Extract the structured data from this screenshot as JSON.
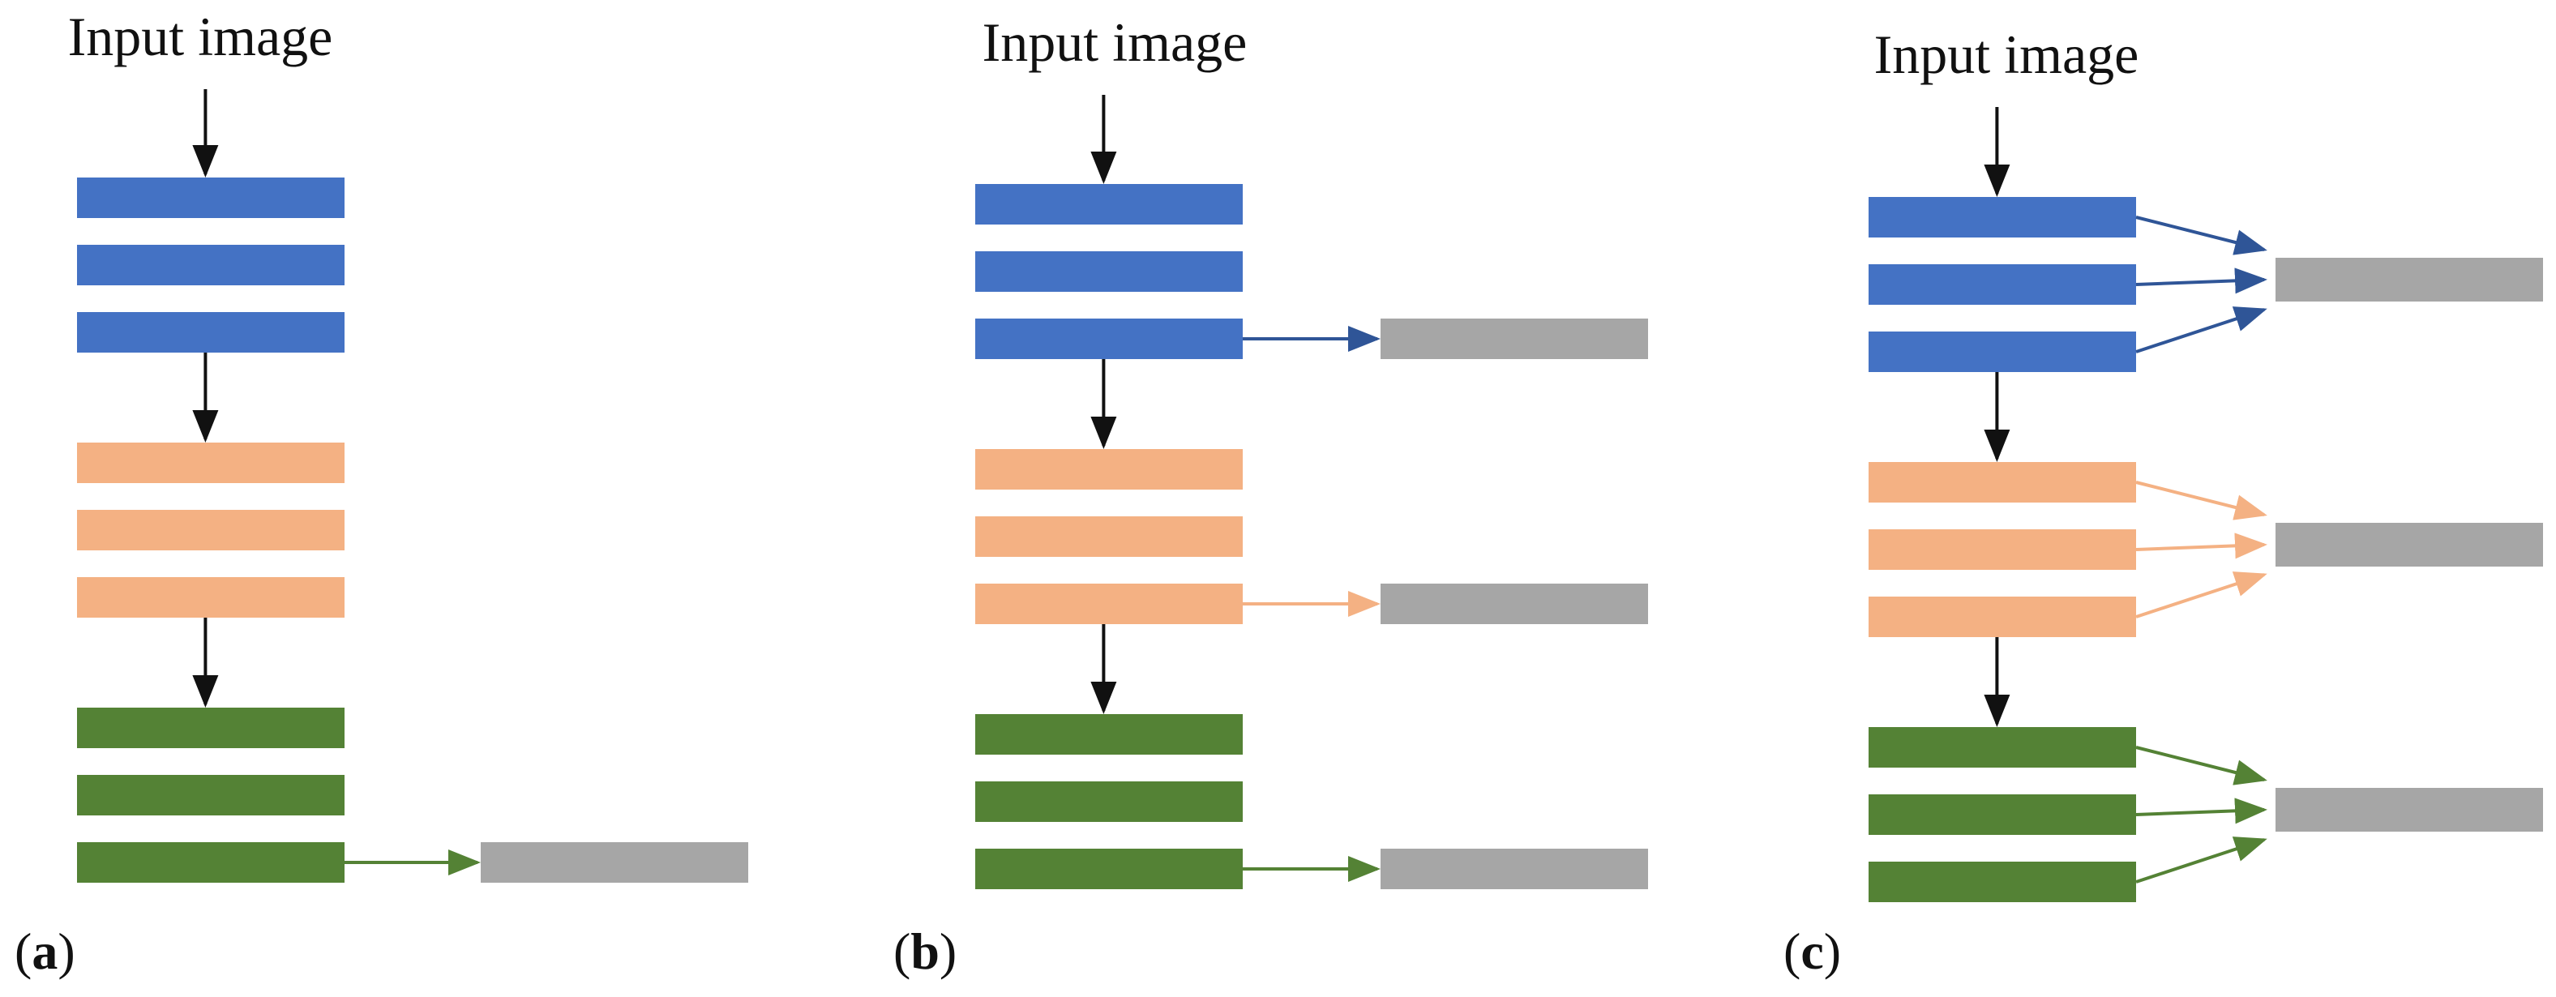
{
  "colors": {
    "block1": "#4472c4",
    "block2": "#f4b183",
    "block3": "#548235",
    "output": "#a6a6a6",
    "flow_arrow": "#111111",
    "arrow1": "#2f5597",
    "arrow2": "#f4b183",
    "arrow3": "#548235"
  },
  "panels": [
    {
      "input_label": "Input image",
      "label_letter": "a",
      "output_connection": "last-layer-only"
    },
    {
      "input_label": "Input image",
      "label_letter": "b",
      "output_connection": "last-layer-of-each-block"
    },
    {
      "input_label": "Input image",
      "label_letter": "c",
      "output_connection": "all-layers-of-each-block"
    }
  ]
}
